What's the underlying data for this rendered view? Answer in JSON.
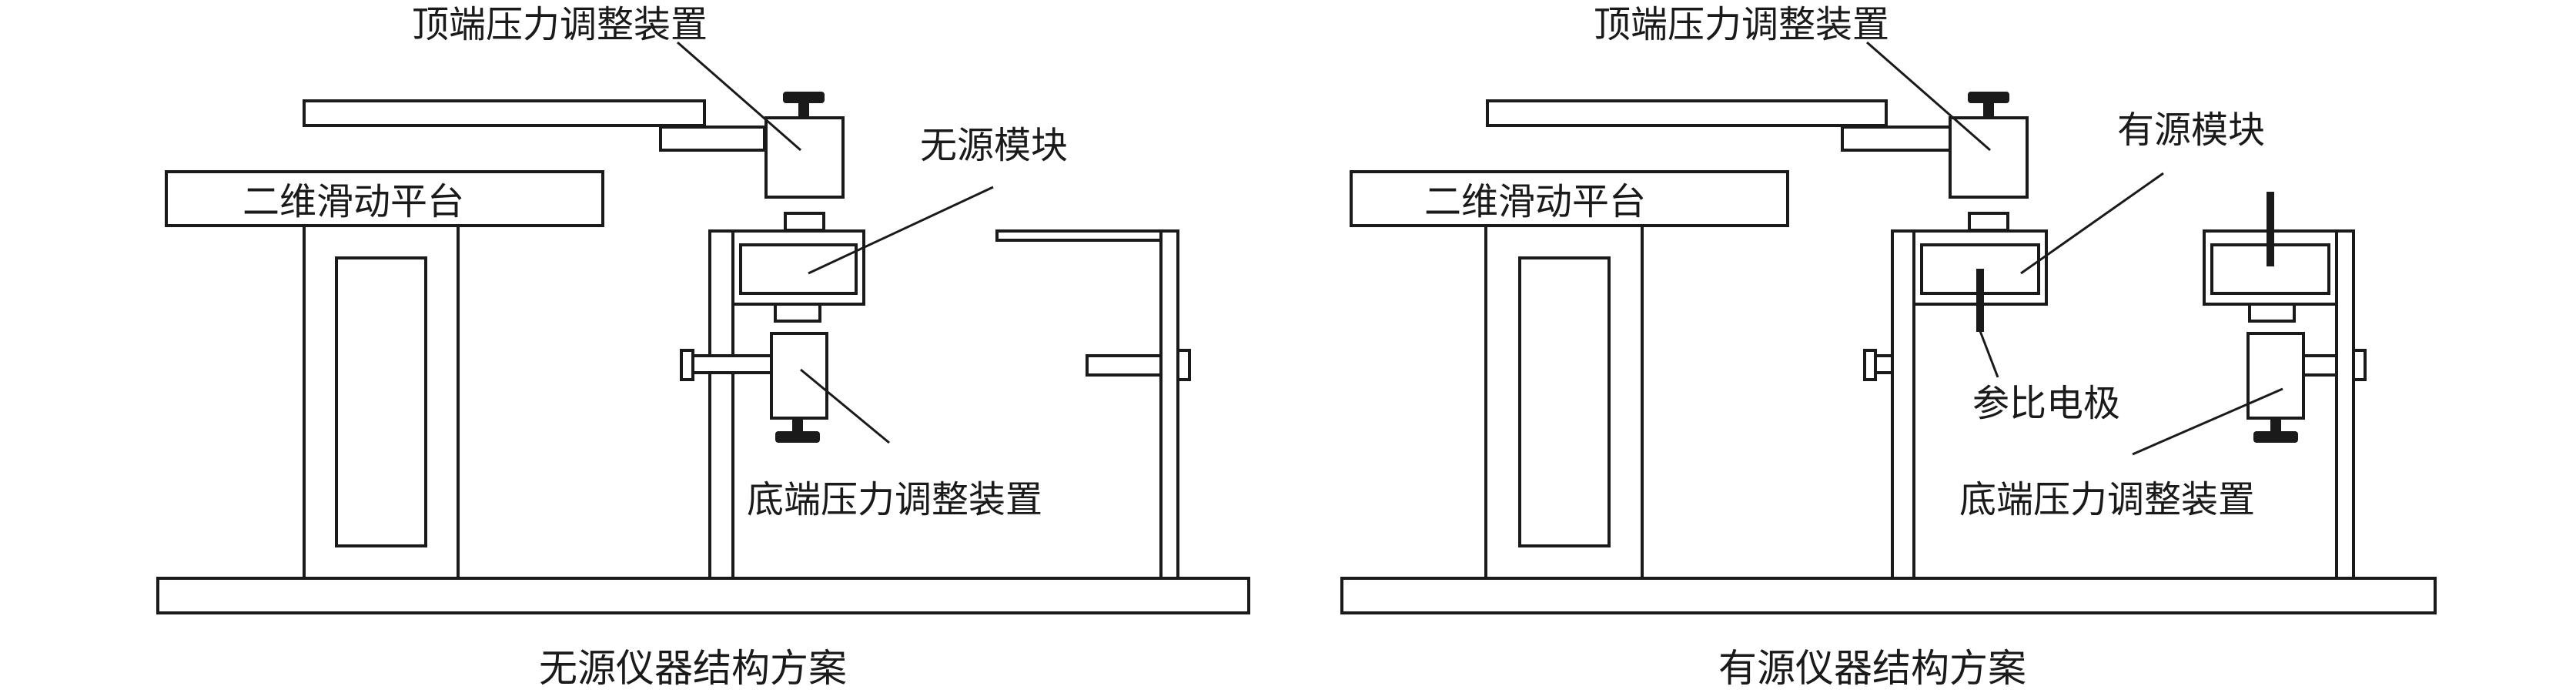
{
  "left": {
    "caption": "无源仪器结构方案",
    "top_label": "顶端压力调整装置",
    "module_label": "无源模块",
    "platform_label": "二维滑动平台",
    "bottom_label": "底端压力调整装置"
  },
  "right": {
    "caption": "有源仪器结构方案",
    "top_label": "顶端压力调整装置",
    "module_label": "有源模块",
    "platform_label": "二维滑动平台",
    "electrode_label": "参比电极",
    "bottom_label": "底端压力调整装置"
  }
}
